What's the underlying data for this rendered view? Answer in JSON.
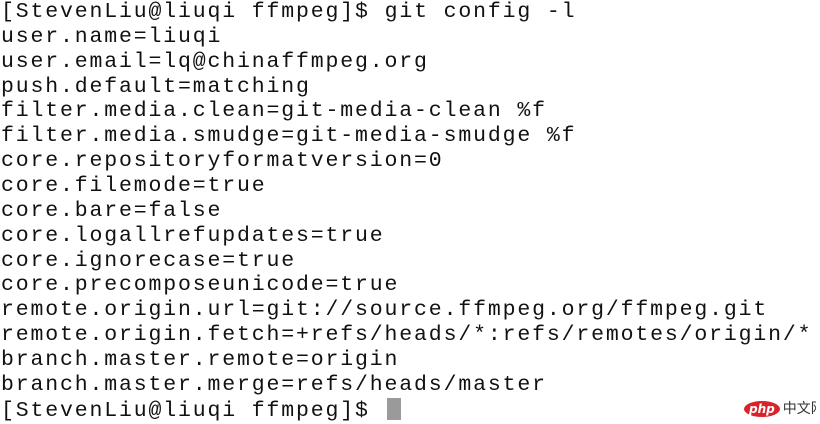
{
  "terminal": {
    "prompt": "[StevenLiu@liuqi ffmpeg]$ ",
    "command": "git config -l",
    "output": [
      "user.name=liuqi",
      "user.email=lq@chinaffmpeg.org",
      "push.default=matching",
      "filter.media.clean=git-media-clean %f",
      "filter.media.smudge=git-media-smudge %f",
      "core.repositoryformatversion=0",
      "core.filemode=true",
      "core.bare=false",
      "core.logallrefupdates=true",
      "core.ignorecase=true",
      "core.precomposeunicode=true",
      "remote.origin.url=git://source.ffmpeg.org/ffmpeg.git",
      "remote.origin.fetch=+refs/heads/*:refs/remotes/origin/*",
      "branch.master.remote=origin",
      "branch.master.merge=refs/heads/master"
    ],
    "cursor_color": "#9a9a9a"
  },
  "watermark": {
    "logo": "php",
    "text": "中文网"
  }
}
